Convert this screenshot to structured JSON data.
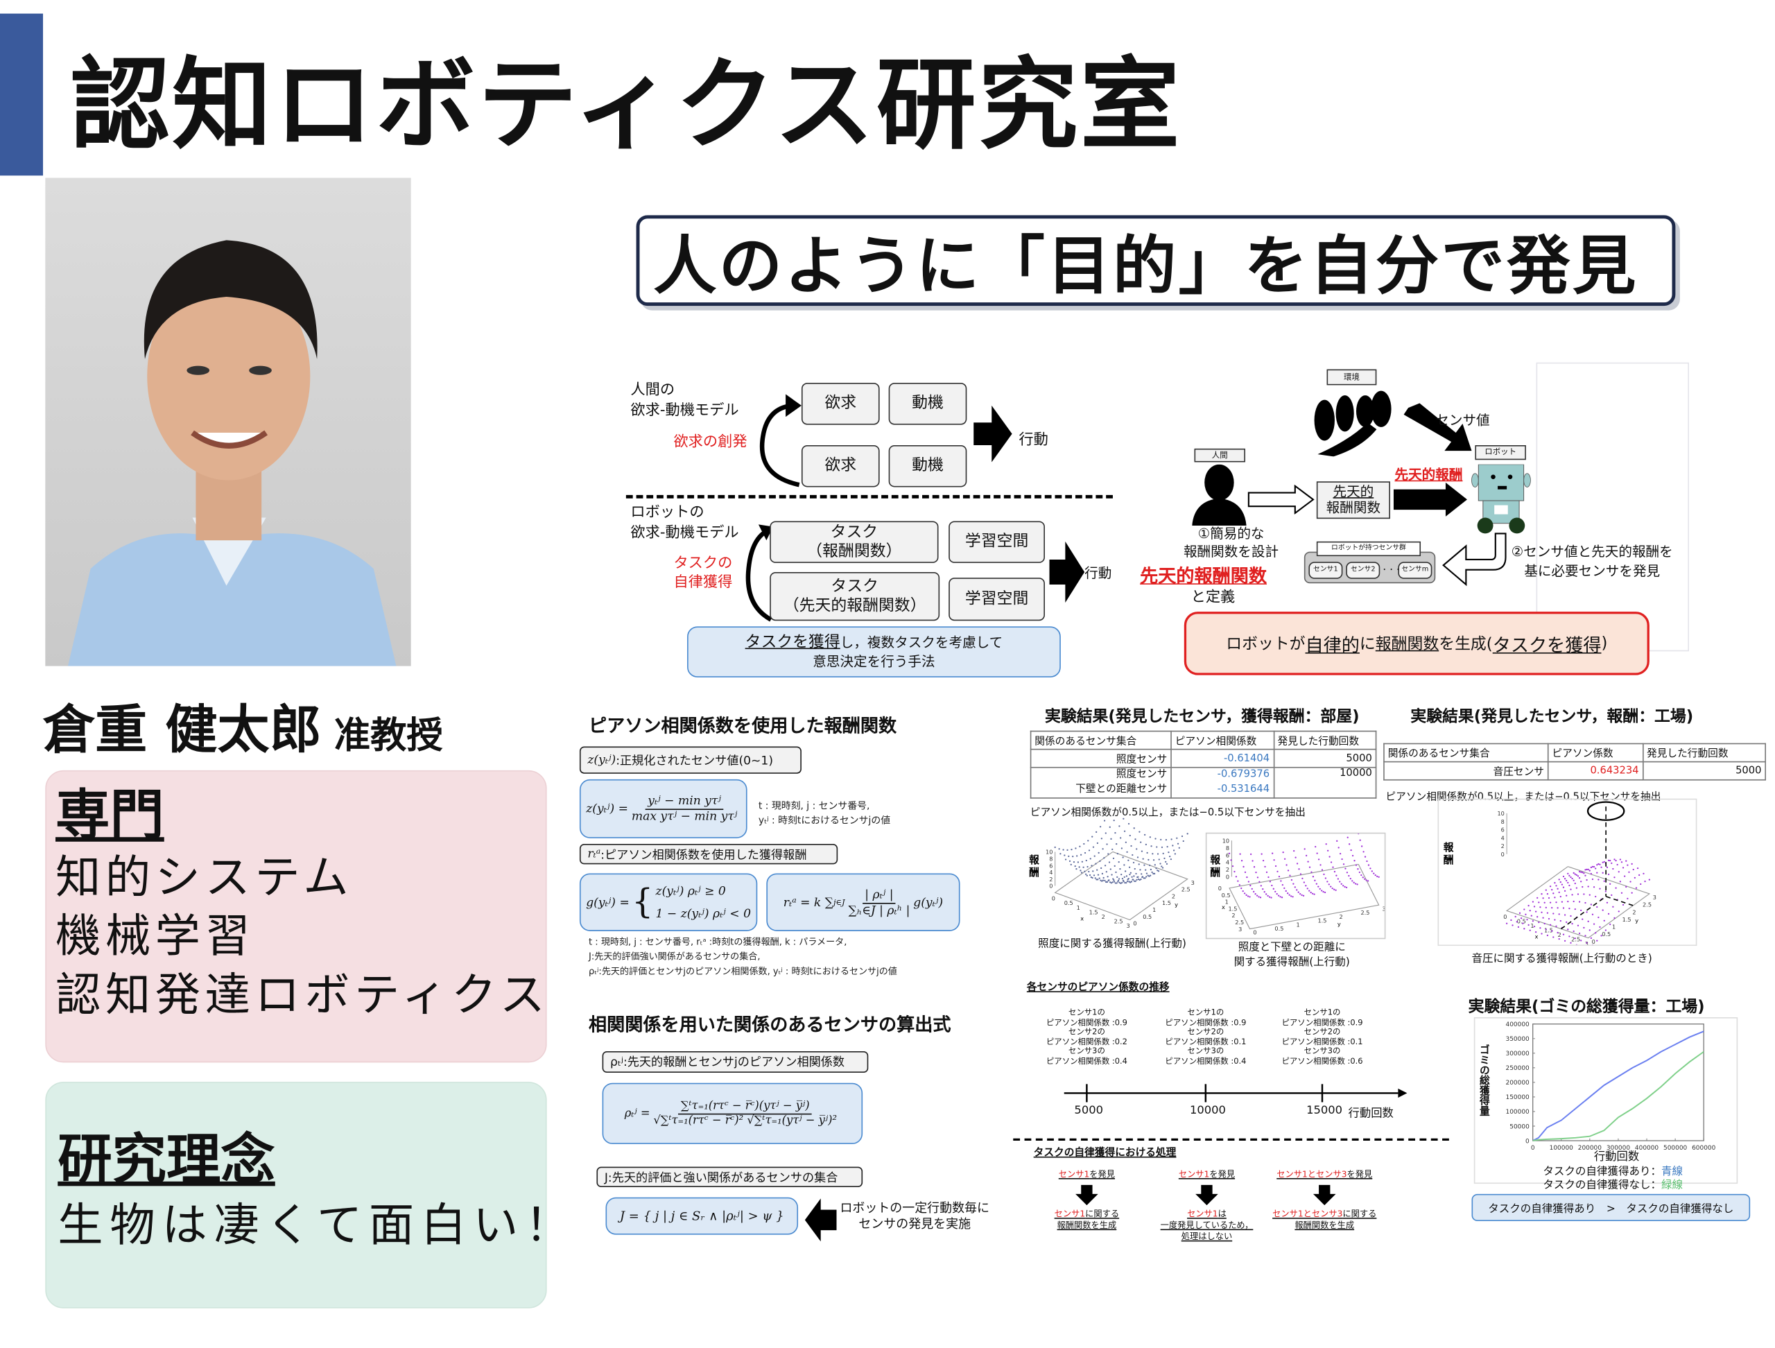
{
  "header": {
    "title": "認知ロボティクス研究室",
    "subtitle": "人のように「目的」を自分で発見"
  },
  "profile": {
    "name": "倉重 健太郎",
    "position": "准教授"
  },
  "expertise": {
    "heading": "専門",
    "items": [
      "知的システム",
      "機械学習",
      "認知発達ロボティクス"
    ]
  },
  "philosophy": {
    "heading": "研究理念",
    "text": "生物は凄くて面白い！"
  },
  "model_diagram": {
    "human_label_1": "人間の",
    "human_label_2": "欲求-動機モデル",
    "human_emergence": "欲求の創発",
    "desire": "欲求",
    "motive": "動機",
    "action": "行動",
    "robot_label_1": "ロボットの",
    "robot_label_2": "欲求-動機モデル",
    "robot_acq_1": "タスクの",
    "robot_acq_2": "自律獲得",
    "task_1": "タスク",
    "task_1_sub": "（報酬関数）",
    "task_2": "タスク",
    "task_2_sub": "（先天的報酬関数）",
    "learning_space": "学習空間",
    "summary_underlined": "タスクを獲得",
    "summary_rest": "し，複数タスクを考慮して",
    "summary_line2": "意思決定を行う手法"
  },
  "system_diagram": {
    "environment": "環境",
    "sensor_value": "センサ値",
    "human": "人間",
    "robot": "ロボット",
    "innate_reward_fn_1": "先天的",
    "innate_reward_fn_2": "報酬関数",
    "innate_reward": "先天的報酬",
    "step1_1": "①簡易的な",
    "step1_2": "報酬関数を設計",
    "step1_red": "先天的報酬関数",
    "step1_3": "と定義",
    "sensor_group": "ロボットが持つセンサ群",
    "sensors": [
      "センサ1",
      "センサ2",
      "・・・",
      "センサm"
    ],
    "step2_1": "②センサ値と先天的報酬を",
    "step2_2": "基に必要センサを発見",
    "result_pre": "ロボットが",
    "result_u1": "自律的",
    "result_mid": "に",
    "result_u2": "報酬関数",
    "result_mid2": "を生成(",
    "result_u3": "タスクを獲得",
    "result_post": ")"
  },
  "pearson": {
    "heading": "ピアソン相関係数を使用した報酬関数",
    "z_label_math": "z(yₜʲ)",
    "z_label_text": ":正規化されたセンサ値(0∼1)",
    "z_lhs": "z(yₜʲ) =",
    "z_num": "yₜʲ − min yτʲ",
    "z_den": "max yτʲ − min yτʲ",
    "z_note_1": "t : 現時刻, j : センサ番号,",
    "z_note_2": "yₜʲ : 時刻tにおけるセンサjの値",
    "r_label_math": "rₜᵃ",
    "r_label_text": ":ピアソン相関係数を使用した獲得報酬",
    "g_lhs": "g(yₜʲ) =",
    "g_case1": "z(yₜʲ)   ρₜʲ ≥ 0",
    "g_case2": "1 − z(yₜʲ)   ρₜʲ < 0",
    "r_lhs": "rₜᵃ = k ∑",
    "r_sub": "j∈J",
    "r_num": "| ρₜʲ |",
    "r_den": "∑ₕ∈J | ρₜʰ |",
    "r_tail": "g(yₜʲ)",
    "notes": [
      "t : 現時刻, j : センサ番号,  rₜᵃ :時刻tの獲得報酬, k : パラメータ,",
      "J:先天的評価強い関係があるセンサの集合,",
      "ρₜʲ:先天的評価とセンサjのピアソン相関係数, yₜʲ : 時刻tにおけるセンサjの値"
    ]
  },
  "correlation": {
    "heading": "相関関係を用いた関係のあるセンサの算出式",
    "rho_label": "ρₜʲ:先天的報酬とセンサjのピアソン相関係数",
    "rho_lhs": "ρₜʲ =",
    "rho_num": "∑ᵗτ₌₁(rτᶜ − r̅ᶜ)(yτʲ − y̅ʲ)",
    "rho_den": "√∑ᵗτ₌₁(rτᶜ − r̅ᶜ)² √∑ᵗτ₌₁(yτʲ − y̅ʲ)²",
    "J_label": "J:先天的評価と強い関係があるセンサの集合",
    "J_formula": "J = { j |  j ∈ Sᵣ ∧ |ρₜʲ| > ψ }",
    "J_note_1": "ロボットの一定行動数毎に",
    "J_note_2": "センサの発見を実施"
  },
  "room_result": {
    "title": "実験結果(発見したセンサ，獲得報酬：部屋)",
    "headers": [
      "関係のあるセンサ集合",
      "ピアソン相関係数",
      "発見した行動回数"
    ],
    "rows": [
      {
        "sensors": [
          "照度センサ"
        ],
        "coefs": [
          "-0.61404"
        ],
        "count": "5000"
      },
      {
        "sensors": [
          "照度センサ",
          "下壁との距離センサ"
        ],
        "coefs": [
          "-0.679376",
          "-0.531644"
        ],
        "count": "10000"
      }
    ],
    "caption": "ピアソン相関係数が0.5以上，または−0.5以下センサを抽出",
    "coef_color": "#3a78c0",
    "plot1_caption": "照度に関する獲得報酬(上行動)",
    "plot2_caption_1": "照度と下壁との距離に",
    "plot2_caption_2": "関する獲得報酬(上行動)"
  },
  "factory_result": {
    "title": "実験結果(発見したセンサ，報酬：工場)",
    "headers": [
      "関係のあるセンサ集合",
      "ピアソン係数",
      "発見した行動回数"
    ],
    "rows": [
      {
        "sensor": "音圧センサ",
        "coef": "0.643234",
        "count": "5000"
      }
    ],
    "caption": "ピアソン相関係数が0.5以上，または−0.5以下センサを抽出",
    "coef_color": "#e02020",
    "plot_caption": "音圧に関する獲得報酬(上行動のとき)"
  },
  "plots3d": {
    "z_label": "報酬",
    "z_ticks": [
      "0",
      "2",
      "4",
      "6",
      "8",
      "10"
    ],
    "xy_ticks": [
      "0",
      "0.5",
      "1",
      "1.5",
      "2",
      "2.5",
      "3"
    ],
    "x_label": "x",
    "y_label": "y"
  },
  "timeline": {
    "title": "各センサのピアソン係数の推移",
    "points": [
      {
        "at": "5000",
        "lines": [
          "センサ1の",
          "ピアソン相関係数 :0.9",
          "センサ2の",
          "ピアソン相関係数 :0.2",
          "センサ3の",
          "ピアソン相関係数 :0.4"
        ]
      },
      {
        "at": "10000",
        "lines": [
          "センサ1の",
          "ピアソン相関係数 :0.9",
          "センサ2の",
          "ピアソン相関係数 :0.1",
          "センサ3の",
          "ピアソン相関係数 :0.4"
        ]
      },
      {
        "at": "15000",
        "lines": [
          "センサ1の",
          "ピアソン相関係数 :0.9",
          "センサ2の",
          "ピアソン相関係数 :0.1",
          "センサ3の",
          "ピアソン相関係数 :0.6"
        ]
      }
    ],
    "axis_label": "行動回数"
  },
  "processing": {
    "title": "タスクの自律獲得における処理",
    "steps": [
      {
        "top_red": "センサ1",
        "top": "を発見",
        "bottom_red": "センサ1",
        "bottom": "に関する",
        "bottom2": "報酬関数を生成",
        "bottom3": ""
      },
      {
        "top_red": "センサ1",
        "top": "を発見",
        "bottom_red": "センサ1",
        "bottom": "は",
        "bottom2": "一度発見しているため，",
        "bottom3": "処理はしない"
      },
      {
        "top_red": "センサ1とセンサ3",
        "top": "を発見",
        "bottom_red": "センサ1とセンサ3",
        "bottom": "に関する",
        "bottom2": "報酬関数を生成",
        "bottom3": ""
      }
    ]
  },
  "chart_data": {
    "type": "line",
    "title": "実験結果(ゴミの総獲得量：工場)",
    "xlabel": "行動回数",
    "ylabel": "ゴミの総獲得量",
    "xlim": [
      0,
      600000
    ],
    "ylim": [
      0,
      400000
    ],
    "x_ticks": [
      "0",
      "100000",
      "200000",
      "300000",
      "400000",
      "500000",
      "600000"
    ],
    "y_ticks": [
      "0",
      "50000",
      "100000",
      "150000",
      "200000",
      "250000",
      "300000",
      "350000",
      "400000"
    ],
    "x": [
      0,
      20000,
      50000,
      80000,
      100000,
      150000,
      200000,
      250000,
      300000,
      350000,
      400000,
      450000,
      500000,
      550000,
      600000
    ],
    "series": [
      {
        "name": "タスクの自律獲得あり",
        "legend_prefix": "タスクの自律獲得あり：",
        "legend_color_word": "青線",
        "color": "#6a7ff0",
        "values": [
          0,
          10000,
          45000,
          60000,
          70000,
          110000,
          150000,
          190000,
          220000,
          250000,
          275000,
          305000,
          330000,
          355000,
          375000
        ]
      },
      {
        "name": "タスクの自律獲得なし",
        "legend_prefix": "タスクの自律獲得なし：",
        "legend_color_word": "緑線",
        "color": "#7fd08a",
        "values": [
          0,
          3000,
          5000,
          6000,
          7000,
          10000,
          15000,
          35000,
          80000,
          110000,
          145000,
          185000,
          230000,
          270000,
          305000
        ]
      }
    ],
    "grid": false,
    "summary": "タスクの自律獲得あり　>　タスクの自律獲得なし"
  },
  "colors": {
    "accent_bar": "#3a5a9c",
    "pink_panel": "#f5dfe2",
    "green_panel": "#dcefe8",
    "red": "#e02020",
    "blue_box": "#dde9f6"
  }
}
